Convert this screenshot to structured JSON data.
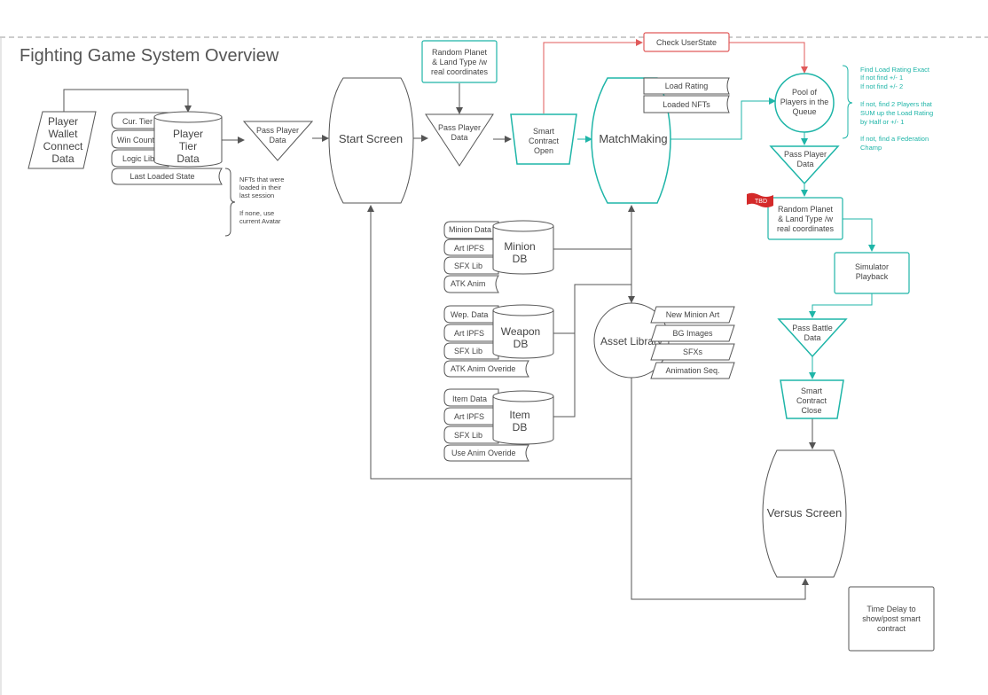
{
  "title": "Fighting Game System Overview",
  "wallet": [
    "Player",
    "Wallet",
    "Connect",
    "Data"
  ],
  "tier_db": {
    "label": [
      "Player",
      "Tier",
      "Data"
    ],
    "fields": [
      "Cur. Tier",
      "Win Count.",
      "Logic Lib"
    ],
    "last_state": "Last Loaded State",
    "notes": [
      "NFTs that were",
      "loaded in their",
      "last session",
      "",
      "If none, use",
      "current Avatar"
    ]
  },
  "pass_player_1": [
    "Pass Player",
    "Data"
  ],
  "start_screen": "Start Screen",
  "random_planet_top": [
    "Random Planet",
    "& Land Type /w",
    "real coordinates"
  ],
  "pass_player_2": [
    "Pass Player",
    "Data"
  ],
  "smart_open": [
    "Smart",
    "Contract",
    "Open"
  ],
  "check_userstate": "Check UserState",
  "matchmaking": "MatchMaking",
  "mm_tabs": [
    "Load Rating",
    "Loaded NFTs"
  ],
  "pool": [
    "Pool of",
    "Players in the",
    "Queue"
  ],
  "queue_notes": [
    "Find Load Rating Exact",
    "If not find +/- 1",
    "If not find +/- 2",
    "",
    "If not, find 2 Players that",
    "SUM up the Load Rating",
    "by Half or +/- 1",
    "",
    "If not, find a Federation",
    "Champ"
  ],
  "pass_player_3": [
    "Pass Player",
    "Data"
  ],
  "tbd": "TBD",
  "random_planet_right": [
    "Random Planet",
    "& Land Type /w",
    "real coordinates"
  ],
  "simulator": [
    "Simulator",
    "Playback"
  ],
  "pass_battle": [
    "Pass Battle",
    "Data"
  ],
  "smart_close": [
    "Smart",
    "Contract",
    "Close"
  ],
  "versus_screen": "Versus Screen",
  "time_delay": [
    "Time Delay to",
    "show/post smart",
    "contract"
  ],
  "minion_db": {
    "label": [
      "Minion",
      "DB"
    ],
    "fields": [
      "Minion Data",
      "Art IPFS",
      "SFX Lib",
      "ATK Anim"
    ]
  },
  "weapon_db": {
    "label": [
      "Weapon",
      "DB"
    ],
    "fields": [
      "Wep. Data",
      "Art IPFS",
      "SFX Lib",
      "ATK Anim Overide"
    ]
  },
  "item_db": {
    "label": [
      "Item",
      "DB"
    ],
    "fields": [
      "Item Data",
      "Art IPFS",
      "SFX Lib",
      "Use Anim Overide"
    ]
  },
  "asset_library": "Asset Library",
  "asset_tabs": [
    "New Minion Art",
    "BG Images",
    "SFXs",
    "Animation Seq."
  ],
  "colors": {
    "teal": "#1fb5a8",
    "red": "#e05a5a",
    "gray_line": "#555555",
    "tbd_red": "#d42a2a"
  }
}
